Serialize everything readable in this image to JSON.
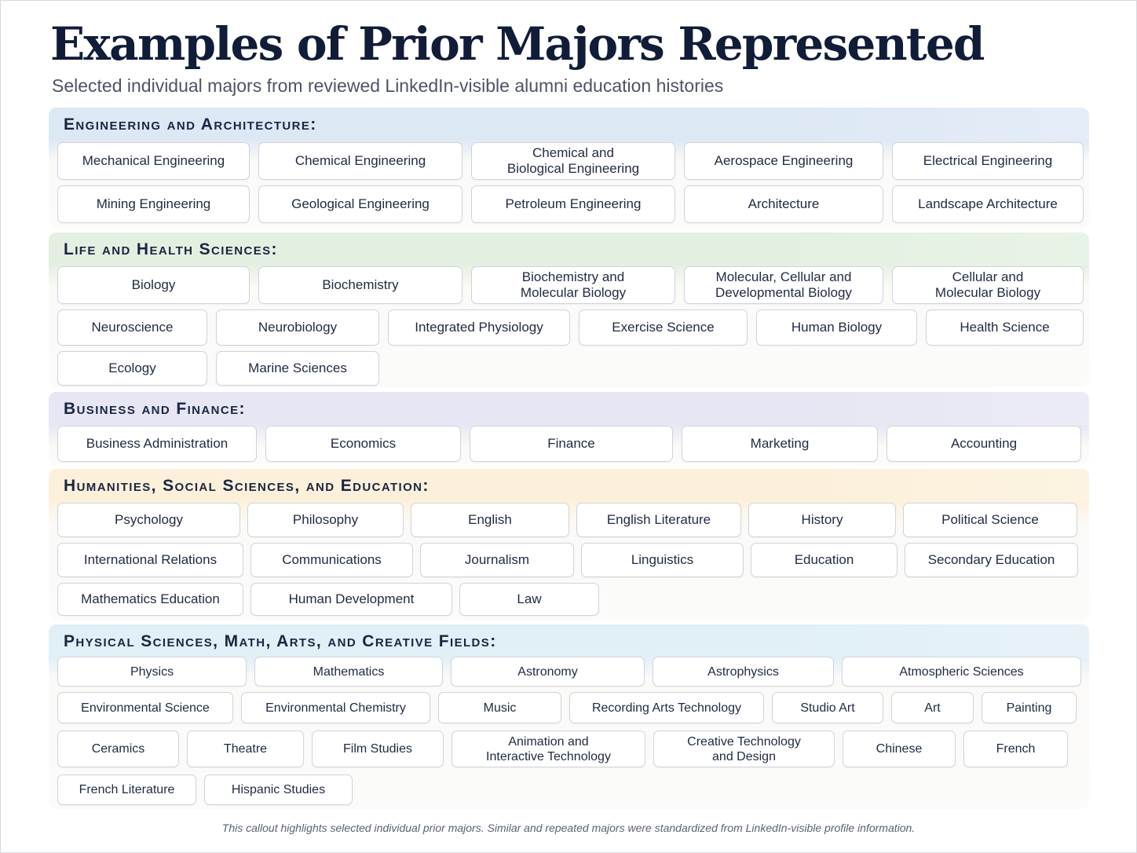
{
  "title": "Examples of Prior Majors Represented",
  "subtitle": "Selected individual majors from reviewed LinkedIn-visible alumni education histories",
  "colors": {
    "engineering": "#dde8f5",
    "life": "#e3f0e1",
    "business": "#e6e6f4",
    "humanities": "#fcf0da",
    "physical": "#e1eff7"
  },
  "sections": [
    {
      "header": "Engineering and Architecture:",
      "rows": [
        [
          "Mechanical Engineering",
          "Chemical Engineering",
          "Chemical and\nBiological Engineering",
          "Aerospace Engineering",
          "Electrical Engineering"
        ],
        [
          "Mining Engineering",
          "Geological Engineering",
          "Petroleum Engineering",
          "Architecture",
          "Landscape Architecture"
        ]
      ]
    },
    {
      "header": "Life and Health Sciences:",
      "rows": [
        [
          "Biology",
          "Biochemistry",
          "Biochemistry and\nMolecular Biology",
          "Molecular, Cellular and\nDevelopmental Biology",
          "Cellular and\nMolecular Biology"
        ],
        [
          "Neuroscience",
          "Neurobiology",
          "Integrated Physiology",
          "Exercise Science",
          "Human Biology",
          "Health Science"
        ],
        [
          "Ecology",
          "Marine Sciences"
        ]
      ]
    },
    {
      "header": "Business and Finance:",
      "rows": [
        [
          "Business Administration",
          "Economics",
          "Finance",
          "Marketing",
          "Accounting"
        ]
      ]
    },
    {
      "header": "Humanities, Social Sciences, and Education:",
      "rows": [
        [
          "Psychology",
          "Philosophy",
          "English",
          "English Literature",
          "History",
          "Political Science"
        ],
        [
          "International Relations",
          "Communications",
          "Journalism",
          "Linguistics",
          "Education",
          "Secondary Education"
        ],
        [
          "Mathematics Education",
          "Human Development",
          "Law"
        ]
      ]
    },
    {
      "header": "Physical Sciences, Math, Arts, and Creative Fields:",
      "rows": [
        [
          "Physics",
          "Mathematics",
          "Astronomy",
          "Astrophysics",
          "Atmospheric Sciences"
        ],
        [
          "Environmental Science",
          "Environmental Chemistry",
          "Music",
          "Recording Arts Technology",
          "Studio Art",
          "Art",
          "Painting"
        ],
        [
          "Ceramics",
          "Theatre",
          "Film Studies",
          "Animation and\nInteractive Technology",
          "Creative Technology\nand Design",
          "Chinese",
          "French"
        ],
        [
          "French Literature",
          "Hispanic Studies"
        ]
      ]
    }
  ],
  "footnote": "This callout highlights selected individual prior majors. Similar and repeated majors were standardized from LinkedIn-visible profile information."
}
